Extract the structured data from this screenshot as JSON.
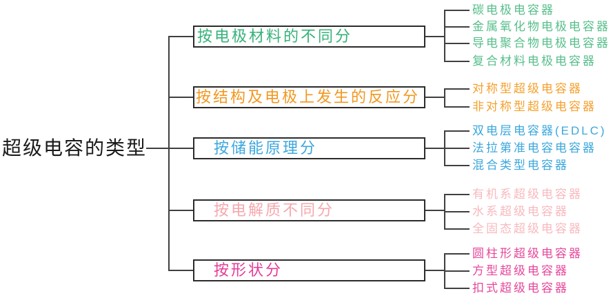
{
  "root": {
    "label": "超级电容的类型",
    "color": "#1a1a1a"
  },
  "line_color": "#3f3f3f",
  "box_border_color": "#2b2b2b",
  "branches": [
    {
      "title": "按电极材料的不同分",
      "title_color": "#35b279",
      "leaf_color": "#57be8b",
      "leaves": [
        "碳电极电容器",
        "金属氧化物电极电容器",
        "导电聚合物电极电容器",
        "复合材料电极电容器"
      ]
    },
    {
      "title": "按结构及电极上发生的反应分",
      "title_color": "#f2971f",
      "leaf_color": "#f5a02c",
      "leaves": [
        "对称型超级电容器",
        "非对称型超级电容器"
      ]
    },
    {
      "title": "按储能原理分",
      "title_color": "#3ba7dc",
      "leaf_color": "#3ba7dc",
      "leaves": [
        "双电层电容器(EDLC)",
        "法拉第准电容电容器",
        "混合类型电容器"
      ]
    },
    {
      "title": "按电解质不同分",
      "title_color": "#f5a8ae",
      "leaf_color": "#f8b9be",
      "leaves": [
        "有机系超级电容器",
        "水系超级电容器",
        "全固态超级电容器"
      ]
    },
    {
      "title": "按形状分",
      "title_color": "#e63c96",
      "leaf_color": "#e6479b",
      "leaves": [
        "圆柱形超级电容器",
        "方型超级电容器",
        "扣式超级电容器"
      ]
    }
  ]
}
